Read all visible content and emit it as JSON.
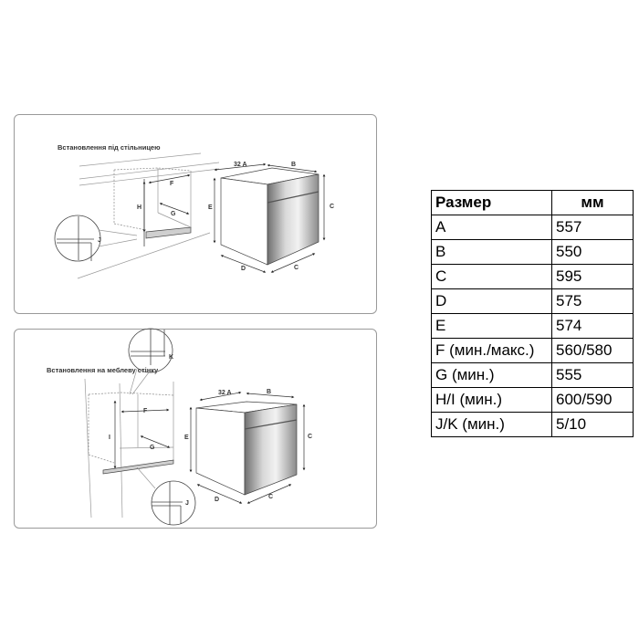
{
  "panel_top": {
    "title": "Встановлення під стільницею",
    "labels": {
      "a": "32 A",
      "b": "B",
      "c1": "C",
      "c2": "C",
      "d": "D",
      "e": "E",
      "f": "F",
      "g": "G",
      "h": "H",
      "j": "J"
    }
  },
  "panel_bottom": {
    "title": "Встановлення на меблеву стінку",
    "labels": {
      "a": "32 A",
      "b": "B",
      "c1": "C",
      "c2": "C",
      "d": "D",
      "e": "E",
      "f": "F",
      "g": "G",
      "i": "I",
      "j": "J",
      "k": "K"
    }
  },
  "table": {
    "headers": [
      "Размер",
      "мм"
    ],
    "rows": [
      [
        "A",
        "557"
      ],
      [
        "B",
        "550"
      ],
      [
        "C",
        "595"
      ],
      [
        "D",
        "575"
      ],
      [
        "E",
        "574"
      ],
      [
        "F (мин./макс.)",
        "560/580"
      ],
      [
        "G (мин.)",
        "555"
      ],
      [
        "H/I (мин.)",
        "600/590"
      ],
      [
        "J/K (мин.)",
        "5/10"
      ]
    ]
  }
}
